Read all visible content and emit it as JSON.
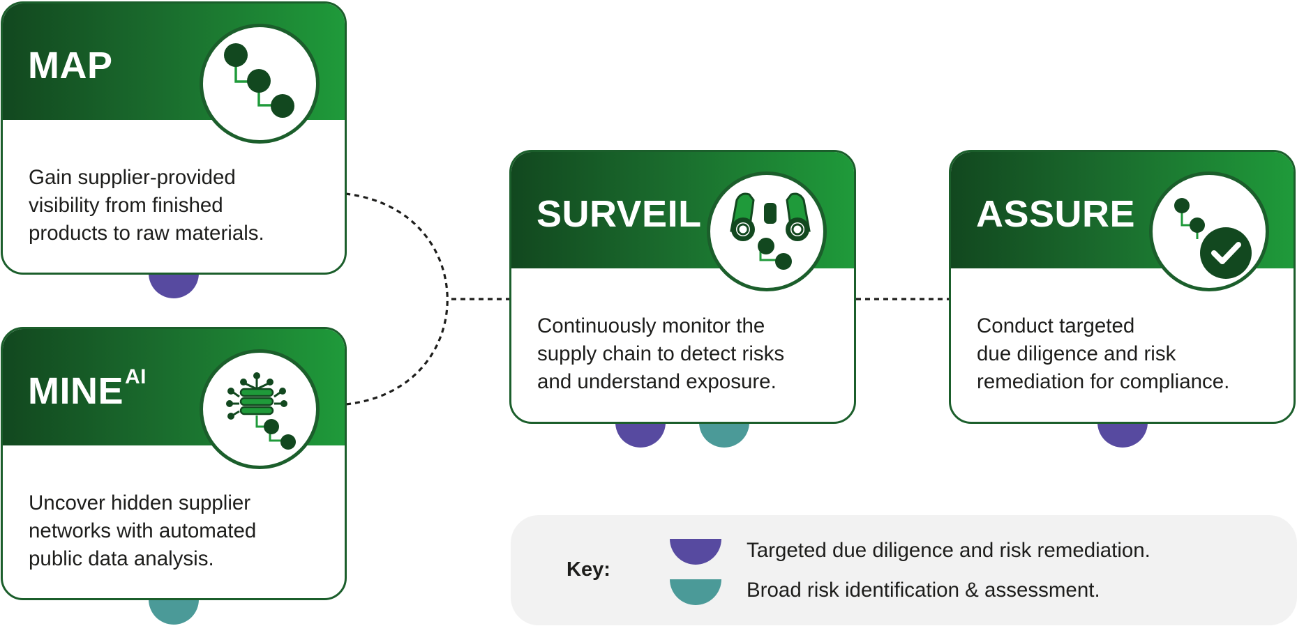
{
  "cards": {
    "map": {
      "title": "MAP",
      "description": "Gain supplier-provided\nvisibility from finished\nproducts to raw materials."
    },
    "mine": {
      "title": "MINE",
      "title_suffix": "AI",
      "description": "Uncover hidden supplier\nnetworks with automated\npublic data analysis."
    },
    "surveil": {
      "title": "SURVEIL",
      "description": "Continuously monitor the\nsupply chain to detect risks\nand understand exposure."
    },
    "assure": {
      "title": "ASSURE",
      "description": "Conduct targeted\ndue diligence and risk\nremediation for compliance."
    }
  },
  "key": {
    "label": "Key:",
    "items": [
      {
        "text": "Targeted due diligence and risk remediation.",
        "color": "#574aa0"
      },
      {
        "text": "Broad risk identification & assessment.",
        "color": "#4b9a98"
      }
    ]
  },
  "colors": {
    "dark_green": "#12481f",
    "bright_green": "#1f9a3a",
    "border_green": "#1b5e2b",
    "purple": "#574aa0",
    "teal": "#4b9a98",
    "key_background": "#f2f2f2"
  },
  "icons": {
    "map": "node-chain-icon",
    "mine": "ai-chip-icon",
    "surveil": "binoculars-icon",
    "assure": "checkmark-icon"
  }
}
